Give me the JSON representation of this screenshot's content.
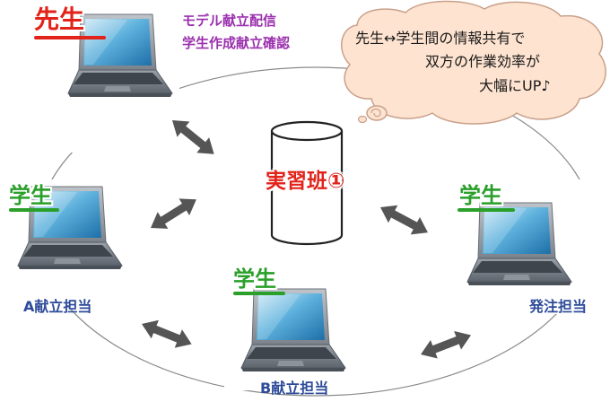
{
  "colors": {
    "teacher": "#e2231a",
    "student": "#2aa02a",
    "role": "#2e4b9a",
    "teacher_tasks": "#9b2fae",
    "center": "#e2231a",
    "arrow": "#555555",
    "bubble_fill": "#fde3d0",
    "bubble_stroke": "#c9a08a"
  },
  "teacher": {
    "badge": "先生",
    "tasks": [
      "モデル献立配信",
      "学生作成献立確認"
    ]
  },
  "center": {
    "label": "実習班①"
  },
  "bubble": {
    "lines": [
      "先生↔学生間の情報共有で",
      "双方の作業効率が",
      "大幅にUP♪"
    ]
  },
  "students": [
    {
      "badge": "学生",
      "role": "A献立担当"
    },
    {
      "badge": "学生",
      "role": "B献立担当"
    },
    {
      "badge": "学生",
      "role": "発注担当"
    }
  ],
  "icons": {
    "laptop": "laptop-icon",
    "database": "database-cylinder-icon",
    "arrow": "double-headed-arrow-icon"
  }
}
